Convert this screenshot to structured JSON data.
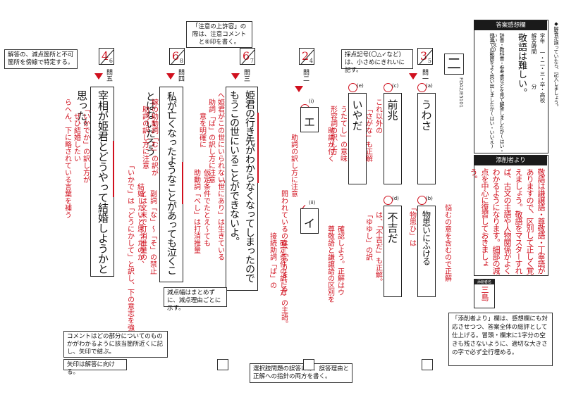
{
  "notes": {
    "top_center": "「注意の上許容」の際は、注意コメントと⑥印を書く。",
    "top_left": "解答の、減点箇所と不可箇所を傍線で特定する。",
    "symbols": "採点記号(〇△✓など)は、小さめにきれいに記す。",
    "deduction": "減点幅はまとめずに、減点理由ごとに示す。",
    "comment": "コメントはどの部分についてのものかがわかるように該当箇所近くに記し、矢印で結ぶ。",
    "arrow": "矢印は解答に向ける。",
    "choice": "選択肢問題の誤答には、誤答理由と正解への指針の両方を書く。",
    "tensaku_note": "「添削者より」欄は、感想欄にも対応させつつ、答案全体の総評として仕上げる。冒頭・欄末に1字分の空きも残さないように、適切な大きさの字で必ず全行埋める。"
  },
  "header": {
    "kanji_two": "二",
    "code": "FDA2/E5101"
  },
  "questions": {
    "q5": {
      "label": "問五",
      "score": "4",
      "max": "6",
      "answer": "宰相が姫君とどうやって結婚しようかと思った。"
    },
    "q4": {
      "label": "問四",
      "score": "6",
      "max": "8",
      "answer": "私が亡くなったようなことがあっても泣くことはないだろう"
    },
    "q3": {
      "label": "問三",
      "score": "6",
      "max": "7",
      "answer": "姫君の行き先がわからなくなってしまったのでもうこの世にいることができないよ。"
    },
    "q2": {
      "label": "問二",
      "score": "2",
      "max": "4",
      "i": "(i)",
      "ii": "(ii)",
      "i_answer": "エ",
      "ii_answer": "イ"
    },
    "q1": {
      "label": "問一",
      "score": "3",
      "max": "5",
      "a": "(a)",
      "b": "(b)",
      "c": "(c)",
      "d": "(d)",
      "e": "(e)",
      "a_answer": "うわさ",
      "b_answer": "物思いにふける",
      "c_answer": "前兆",
      "d_answer": "不吉だ",
      "e_answer": "いやだ"
    }
  },
  "red_comments": {
    "q5_a": "「いかでか」の訳し方が",
    "q5_b": "ぜひ結婚したい",
    "q5_c": "らへん、下に略されている言葉を補う",
    "q4_a": "嫁の助動詞「む」の訳が",
    "q4_b": "助詞の訳し方に注意",
    "q3_a": "へ姫君がこの世にいられない",
    "q3_b": "助詞「ば」の訳し方に注意",
    "q2_a": "助詞の訳し方に注意",
    "q1_a": "これ以外の",
    "q1_b": "「物思ひ」は",
    "q1_c": "「ゆゆし」の訳"
  },
  "kansou": {
    "head": "答案感想欄",
    "school": "学年 一・二・三・卒・高校",
    "time": "解答時間",
    "minutes": "分",
    "impression": "敬語は難しい。",
    "q1": "辞書・教科書・参考書などを見て解答しましたか(はい・いいえ)",
    "q2": "授業での範囲をよく思い出しましたか(はい・いいえ)"
  },
  "tensaku": {
    "head": "添削者より",
    "comment": "敬語は謙譲語・尊敬語・丁寧語がありますので、区別して正しく覚えましょう。敬語をマスターすれば、古文の主語や人物関係がよくわかるようになります。細部の減点を中心に復習しておきましょう。",
    "grader_label": "添削者名",
    "grader": "三島"
  },
  "side_strip": "◆解答が誤っていたら、記入しましょう。"
}
